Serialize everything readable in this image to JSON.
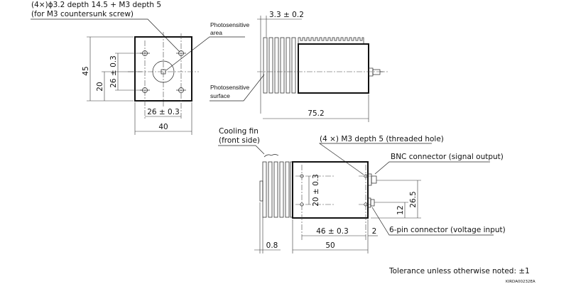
{
  "front_view": {
    "hole_note_line1": "(4×)ϕ3.2 depth 14.5 + M3 depth 5",
    "hole_note_line2": "(for M3 countersunk screw)",
    "photosensitive_area_line1": "Photosensitive",
    "photosensitive_area_line2": "area",
    "dim_height": "45",
    "dim_center_height": "20",
    "dim_hole_pitch_v": "26 ± 0.3",
    "dim_hole_pitch_h": "26 ± 0.3",
    "dim_width": "40"
  },
  "side_view": {
    "dim_window": "3.3 ± 0.2",
    "photosensitive_surface_line1": "Photosensitive",
    "photosensitive_surface_line2": "surface",
    "dim_length": "75.2"
  },
  "bottom_view": {
    "cooling_fin_line1": "Cooling fin",
    "cooling_fin_line2": "(front side)",
    "threaded_hole_note": "(4 ×) M3 depth 5 (threaded hole)",
    "bnc_note": "BNC connector (signal output)",
    "pin_note": "6-pin connector (voltage input)",
    "dim_hole_pitch_v": "20 ± 0.3",
    "dim_hole_pitch_h": "46 ± 0.3",
    "dim_offset": "2",
    "dim_fin_plate": "0.8",
    "dim_body": "50",
    "dim_bnc_height": "26.5",
    "dim_pin_height": "12"
  },
  "tolerance_note": "Tolerance unless otherwise noted: ±1",
  "drawing_code": "KIRDA00232EA"
}
